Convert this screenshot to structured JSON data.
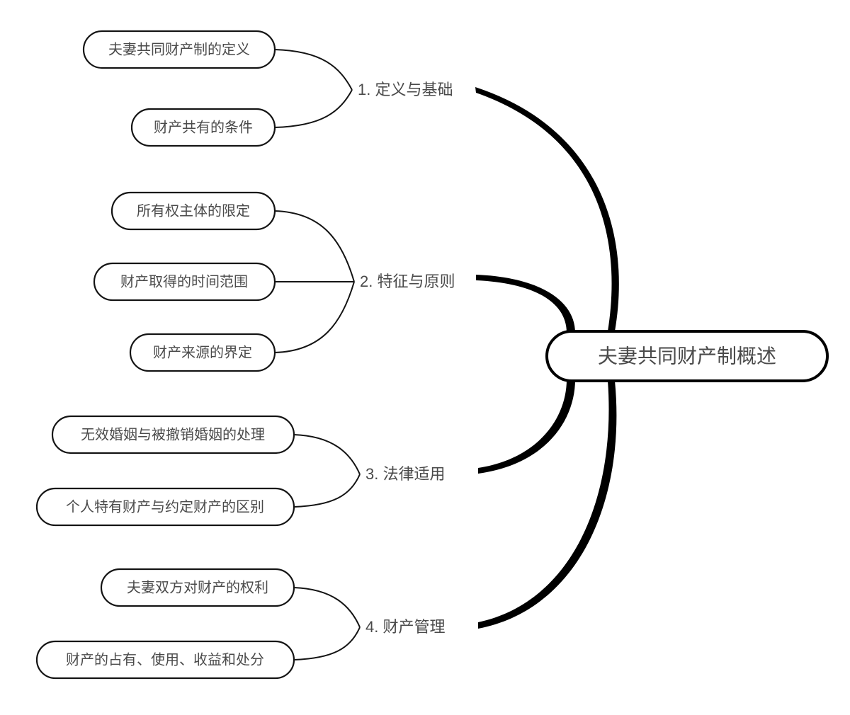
{
  "diagram": {
    "type": "mind-map",
    "title": "夫妻共同财产制概述",
    "orientation": "right-root-left-branches",
    "central_node": {
      "label": "夫妻共同财产制概述"
    },
    "branches": [
      {
        "id": "branch-1",
        "label": "1. 定义与基础",
        "leaves": [
          {
            "label": "夫妻共同财产制的定义"
          },
          {
            "label": "财产共有的条件"
          }
        ]
      },
      {
        "id": "branch-2",
        "label": "2. 特征与原则",
        "leaves": [
          {
            "label": "所有权主体的限定"
          },
          {
            "label": "财产取得的时间范围"
          },
          {
            "label": "财产来源的界定"
          }
        ]
      },
      {
        "id": "branch-3",
        "label": "3. 法律适用",
        "leaves": [
          {
            "label": "无效婚姻与被撤销婚姻的处理"
          },
          {
            "label": "个人特有财产与约定财产的区别"
          }
        ]
      },
      {
        "id": "branch-4",
        "label": "4. 财产管理",
        "leaves": [
          {
            "label": "夫妻双方对财产的权利"
          },
          {
            "label": "财产的占有、使用、收益和处分"
          }
        ]
      }
    ],
    "colors": {
      "background": "#ffffff",
      "node_border": "#141414",
      "central_border": "#000000",
      "text": "#4a4a4a",
      "branch_stroke": "#000000"
    }
  }
}
